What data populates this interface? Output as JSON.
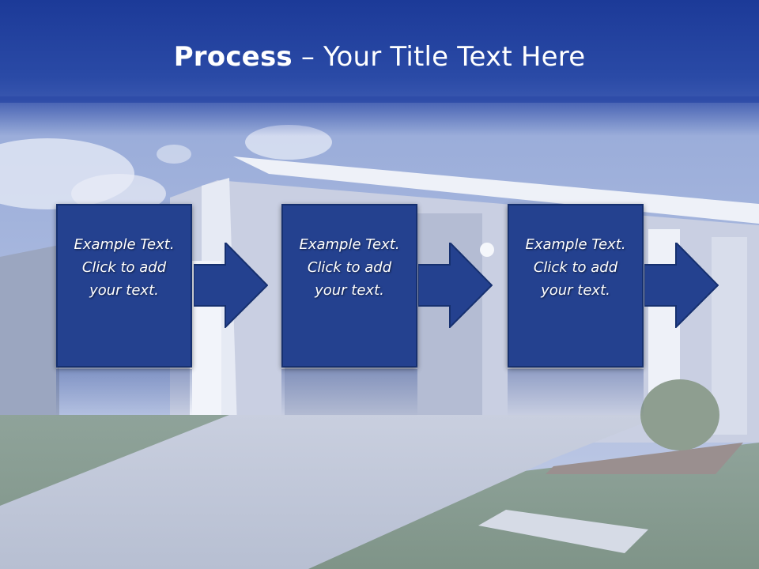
{
  "slide": {
    "title_bold": "Process",
    "title_rest": " – Your Title Text Here",
    "steps": [
      {
        "line1": "Example Text.",
        "line2": "Click  to add",
        "line3": "your text."
      },
      {
        "line1": "Example Text.",
        "line2": "Click  to add",
        "line3": "your text."
      },
      {
        "line1": "Example Text.",
        "line2": "Click  to add",
        "line3": "your text."
      }
    ]
  },
  "colors": {
    "title_band": "#1c3a98",
    "box_fill": "#24418f",
    "box_border": "#16306f",
    "text": "#ffffff"
  },
  "background": {
    "image": "house-photo",
    "description_shown": false
  }
}
